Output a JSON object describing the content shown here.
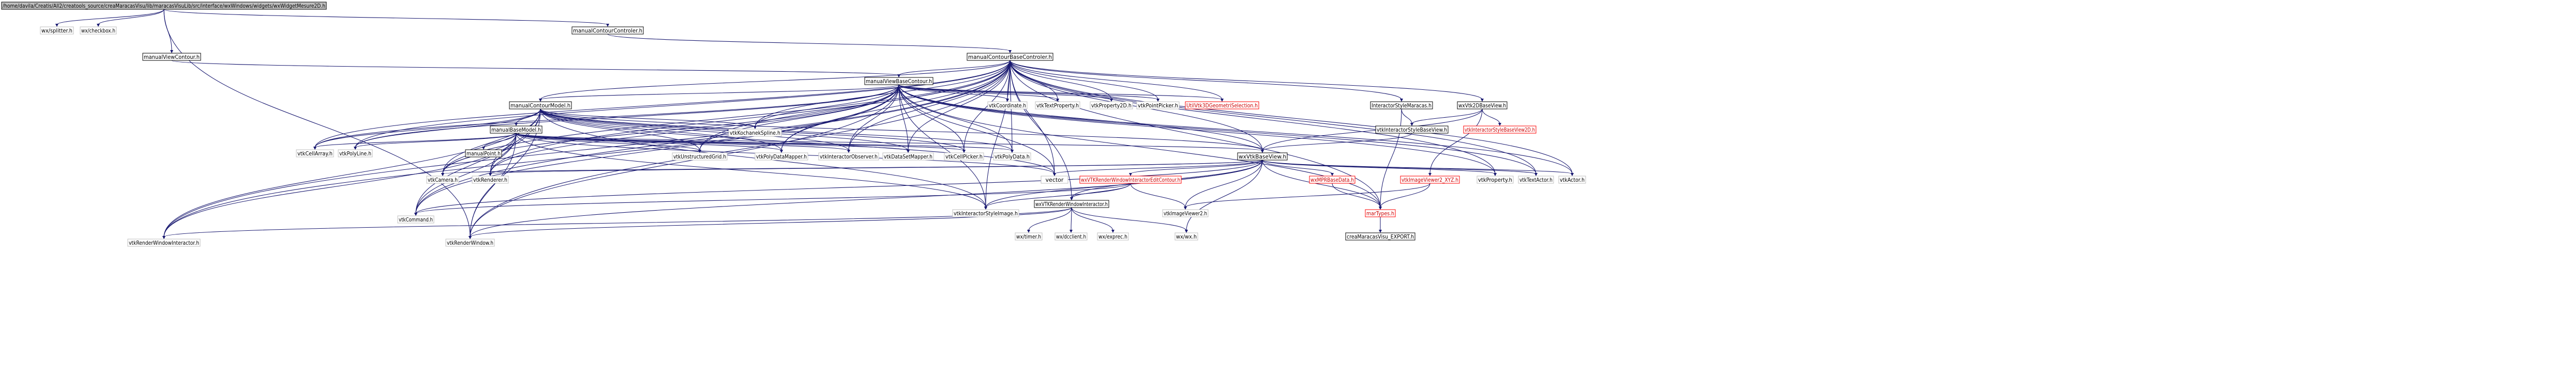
{
  "edge_color": "#191970",
  "red_color": "#ff0000",
  "nodes": [
    {
      "id": "root",
      "label": "/home/davila/Creatis/All2/creatools_source/creaMaracasVisu/lib/maracasVisuLib/src/interface/wxWindows/widgets/wxWidgetMesure2D.h",
      "kind": "root"
    },
    {
      "id": "wxsplitter",
      "label": "wx/splitter.h",
      "kind": "plain"
    },
    {
      "id": "wxcheckbox",
      "label": "wx/checkbox.h",
      "kind": "plain"
    },
    {
      "id": "mvc",
      "label": "manualViewContour.h",
      "kind": "linked"
    },
    {
      "id": "mcc",
      "label": "manualContourControler.h",
      "kind": "linked"
    },
    {
      "id": "mcbc",
      "label": "manualContourBaseControler.h",
      "kind": "linked"
    },
    {
      "id": "mvbc",
      "label": "manualViewBaseContour.h",
      "kind": "linked"
    },
    {
      "id": "mcm",
      "label": "manualContourModel.h",
      "kind": "linked"
    },
    {
      "id": "mbm",
      "label": "manualBaseModel.h",
      "kind": "linked"
    },
    {
      "id": "mpoint",
      "label": "manualPoint.h",
      "kind": "linked"
    },
    {
      "id": "vtkcellarray",
      "label": "vtkCellArray.h",
      "kind": "plain"
    },
    {
      "id": "vtkpolyline",
      "label": "vtkPolyLine.h",
      "kind": "plain"
    },
    {
      "id": "vtkcamera",
      "label": "vtkCamera.h",
      "kind": "plain"
    },
    {
      "id": "vtkrenderer",
      "label": "vtkRenderer.h",
      "kind": "plain"
    },
    {
      "id": "vtkcommand",
      "label": "vtkCommand.h",
      "kind": "plain"
    },
    {
      "id": "vtkrwi_bottom",
      "label": "vtkRenderWindowInteractor.h",
      "kind": "plain"
    },
    {
      "id": "vtkrenderwindow",
      "label": "vtkRenderWindow.h",
      "kind": "plain"
    },
    {
      "id": "vtkkochanek",
      "label": "vtkKochanekSpline.h",
      "kind": "plain"
    },
    {
      "id": "vtkunstructured",
      "label": "vtkUnstructuredGrid.h",
      "kind": "plain"
    },
    {
      "id": "vtkpolydatamapper",
      "label": "vtkPolyDataMapper.h",
      "kind": "plain"
    },
    {
      "id": "vtkinteractorobserver",
      "label": "vtkInteractorObserver.h",
      "kind": "plain"
    },
    {
      "id": "vtkdatasetmapper",
      "label": "vtkDataSetMapper.h",
      "kind": "plain"
    },
    {
      "id": "vtkcellpicker",
      "label": "vtkCellPicker.h",
      "kind": "plain"
    },
    {
      "id": "vtkpolydata",
      "label": "vtkPolyData.h",
      "kind": "plain"
    },
    {
      "id": "vtkcoordinate",
      "label": "vtkCoordinate.h",
      "kind": "plain"
    },
    {
      "id": "vtktextproperty",
      "label": "vtkTextProperty.h",
      "kind": "plain"
    },
    {
      "id": "vtkproperty2d",
      "label": "vtkProperty2D.h",
      "kind": "plain"
    },
    {
      "id": "vtkpointpicker",
      "label": "vtkPointPicker.h",
      "kind": "plain"
    },
    {
      "id": "utilvtk3d",
      "label": "UtilVtk3DGeometriSelection.h",
      "kind": "red"
    },
    {
      "id": "ismaracas",
      "label": "InteractorStyleMaracas.h",
      "kind": "linked"
    },
    {
      "id": "wxvtk2d",
      "label": "wxVtk2DBaseView.h",
      "kind": "linked"
    },
    {
      "id": "vtkisbv",
      "label": "vtkInteractorStyleBaseView.h",
      "kind": "linked"
    },
    {
      "id": "vtkisbv2d",
      "label": "vtkInteractorStyleBaseView2D.h",
      "kind": "red"
    },
    {
      "id": "wxvtkbaseview",
      "label": "wxVtkBaseView.h",
      "kind": "linked"
    },
    {
      "id": "vector",
      "label": "vector",
      "kind": "plain"
    },
    {
      "id": "wxvtkrwi_edit",
      "label": "wxVTKRenderWindowInteractorEditContour.h",
      "kind": "red"
    },
    {
      "id": "wxvtkrwi",
      "label": "wxVTKRenderWindowInteractor.h",
      "kind": "linked"
    },
    {
      "id": "vtkisimage",
      "label": "vtkInteractorStyleImage.h",
      "kind": "plain"
    },
    {
      "id": "wxmpr",
      "label": "wxMPRBaseData.h",
      "kind": "red"
    },
    {
      "id": "vtkimageviewer2_xyz",
      "label": "vtkImageViewer2_XYZ.h",
      "kind": "red"
    },
    {
      "id": "vtkimageviewer2",
      "label": "vtkImageViewer2.h",
      "kind": "plain"
    },
    {
      "id": "martypes",
      "label": "marTypes.h",
      "kind": "red"
    },
    {
      "id": "vtkproperty",
      "label": "vtkProperty.h",
      "kind": "plain"
    },
    {
      "id": "vtktextactor",
      "label": "vtkTextActor.h",
      "kind": "plain"
    },
    {
      "id": "vtkactor",
      "label": "vtkActor.h",
      "kind": "plain"
    },
    {
      "id": "wxtimer",
      "label": "wx/timer.h",
      "kind": "plain"
    },
    {
      "id": "wxdcclient",
      "label": "wx/dcclient.h",
      "kind": "plain"
    },
    {
      "id": "wxexprec",
      "label": "wx/exprec.h",
      "kind": "plain"
    },
    {
      "id": "wxwx",
      "label": "wx/wx.h",
      "kind": "plain"
    },
    {
      "id": "export",
      "label": "creaMaracasVisu_EXPORT.h",
      "kind": "linked"
    }
  ],
  "edges": [
    [
      "root",
      "wxsplitter"
    ],
    [
      "root",
      "wxcheckbox"
    ],
    [
      "root",
      "mvc"
    ],
    [
      "root",
      "mcc"
    ],
    [
      "root",
      "vtkrenderwindow"
    ],
    [
      "mvc",
      "mvbc"
    ],
    [
      "mcc",
      "mcbc"
    ],
    [
      "mcbc",
      "mvbc"
    ],
    [
      "mcbc",
      "mcm"
    ],
    [
      "mcbc",
      "vtkcoordinate"
    ],
    [
      "mcbc",
      "vtktextproperty"
    ],
    [
      "mcbc",
      "vtkproperty2d"
    ],
    [
      "mcbc",
      "vtkpointpicker"
    ],
    [
      "mcbc",
      "utilvtk3d"
    ],
    [
      "mcbc",
      "ismaracas"
    ],
    [
      "mcbc",
      "wxvtk2d"
    ],
    [
      "mcbc",
      "vtkactor"
    ],
    [
      "mcbc",
      "vtktextactor"
    ],
    [
      "mcbc",
      "vtkproperty"
    ],
    [
      "mcbc",
      "martypes"
    ],
    [
      "mcbc",
      "vtkcellarray"
    ],
    [
      "mcbc",
      "vtkpolyline"
    ],
    [
      "mcbc",
      "vtkcamera"
    ],
    [
      "mcbc",
      "vtkrenderer"
    ],
    [
      "mcbc",
      "vtkcommand"
    ],
    [
      "mcbc",
      "vtkrwi_bottom"
    ],
    [
      "mcbc",
      "vtkrenderwindow"
    ],
    [
      "mcbc",
      "vtkkochanek"
    ],
    [
      "mcbc",
      "vtkunstructured"
    ],
    [
      "mcbc",
      "vtkpolydatamapper"
    ],
    [
      "mcbc",
      "vtkinteractorobserver"
    ],
    [
      "mcbc",
      "vtkdatasetmapper"
    ],
    [
      "mcbc",
      "vtkcellpicker"
    ],
    [
      "mcbc",
      "vtkpolydata"
    ],
    [
      "mcbc",
      "wxvtkbaseview"
    ],
    [
      "mcbc",
      "vector"
    ],
    [
      "mcbc",
      "vtkisimage"
    ],
    [
      "mcbc",
      "wxvtkrwi"
    ],
    [
      "mvbc",
      "mcm"
    ],
    [
      "mvbc",
      "vtkcoordinate"
    ],
    [
      "mvbc",
      "vtktextproperty"
    ],
    [
      "mvbc",
      "vtkproperty2d"
    ],
    [
      "mvbc",
      "vtkpointpicker"
    ],
    [
      "mvbc",
      "utilvtk3d"
    ],
    [
      "mvbc",
      "vtkkochanek"
    ],
    [
      "mvbc",
      "vtkunstructured"
    ],
    [
      "mvbc",
      "vtkpolydatamapper"
    ],
    [
      "mvbc",
      "vtkinteractorobserver"
    ],
    [
      "mvbc",
      "vtkdatasetmapper"
    ],
    [
      "mvbc",
      "vtkcellpicker"
    ],
    [
      "mvbc",
      "vtkpolydata"
    ],
    [
      "mvbc",
      "wxvtkbaseview"
    ],
    [
      "mvbc",
      "vector"
    ],
    [
      "mvbc",
      "vtkisimage"
    ],
    [
      "mvbc",
      "vtkcellarray"
    ],
    [
      "mvbc",
      "vtkpolyline"
    ],
    [
      "mvbc",
      "vtkcamera"
    ],
    [
      "mvbc",
      "vtkrenderer"
    ],
    [
      "mvbc",
      "vtkcommand"
    ],
    [
      "mvbc",
      "vtkrwi_bottom"
    ],
    [
      "mvbc",
      "vtkrenderwindow"
    ],
    [
      "mvbc",
      "vtkactor"
    ],
    [
      "mvbc",
      "vtktextactor"
    ],
    [
      "mvbc",
      "vtkproperty"
    ],
    [
      "mvbc",
      "martypes"
    ],
    [
      "mcm",
      "mbm"
    ],
    [
      "mcm",
      "vtkkochanek"
    ],
    [
      "mcm",
      "vtkcellarray"
    ],
    [
      "mcm",
      "vtkpolyline"
    ],
    [
      "mcm",
      "vtkcamera"
    ],
    [
      "mcm",
      "vtkrenderer"
    ],
    [
      "mcm",
      "vtkcommand"
    ],
    [
      "mcm",
      "vtkrwi_bottom"
    ],
    [
      "mcm",
      "vtkrenderwindow"
    ],
    [
      "mcm",
      "vtkunstructured"
    ],
    [
      "mcm",
      "vtkpolydatamapper"
    ],
    [
      "mcm",
      "vtkinteractorobserver"
    ],
    [
      "mcm",
      "vtkdatasetmapper"
    ],
    [
      "mcm",
      "vtkcellpicker"
    ],
    [
      "mcm",
      "vtkpolydata"
    ],
    [
      "mcm",
      "wxvtkbaseview"
    ],
    [
      "mcm",
      "vector"
    ],
    [
      "mcm",
      "vtkisimage"
    ],
    [
      "mbm",
      "mpoint"
    ],
    [
      "mbm",
      "vtkcellarray"
    ],
    [
      "mbm",
      "vtkpolyline"
    ],
    [
      "mbm",
      "vtkcamera"
    ],
    [
      "mbm",
      "vtkrenderer"
    ],
    [
      "mbm",
      "vtkcommand"
    ],
    [
      "mbm",
      "vtkrwi_bottom"
    ],
    [
      "mbm",
      "vtkrenderwindow"
    ],
    [
      "mbm",
      "vtkunstructured"
    ],
    [
      "mbm",
      "vtkpolydatamapper"
    ],
    [
      "mbm",
      "vtkinteractorobserver"
    ],
    [
      "mbm",
      "vtkdatasetmapper"
    ],
    [
      "mbm",
      "vtkcellpicker"
    ],
    [
      "mbm",
      "vtkpolydata"
    ],
    [
      "mbm",
      "wxvtkbaseview"
    ],
    [
      "mbm",
      "vector"
    ],
    [
      "mbm",
      "vtkisimage"
    ],
    [
      "ismaracas",
      "vtkisbv"
    ],
    [
      "ismaracas",
      "martypes"
    ],
    [
      "wxvtk2d",
      "vtkisbv"
    ],
    [
      "wxvtk2d",
      "vtkisbv2d"
    ],
    [
      "wxvtk2d",
      "vtkimageviewer2_xyz"
    ],
    [
      "wxvtk2d",
      "wxvtkbaseview"
    ],
    [
      "vtkisbv",
      "wxvtkbaseview"
    ],
    [
      "wxvtkbaseview",
      "vector"
    ],
    [
      "wxvtkbaseview",
      "wxvtkrwi_edit"
    ],
    [
      "wxvtkbaseview",
      "wxvtkrwi"
    ],
    [
      "wxvtkbaseview",
      "vtkisimage"
    ],
    [
      "wxvtkbaseview",
      "wxmpr"
    ],
    [
      "wxvtkbaseview",
      "martypes"
    ],
    [
      "wxvtkbaseview",
      "vtkimageviewer2"
    ],
    [
      "wxvtkbaseview",
      "vtkproperty"
    ],
    [
      "wxvtkbaseview",
      "vtktextactor"
    ],
    [
      "wxvtkbaseview",
      "vtkactor"
    ],
    [
      "wxvtkbaseview",
      "vtkrenderer"
    ],
    [
      "wxvtkbaseview",
      "vtkcamera"
    ],
    [
      "wxvtkbaseview",
      "vtkcommand"
    ],
    [
      "wxvtkbaseview",
      "vtkrenderwindow"
    ],
    [
      "wxvtkbaseview",
      "wxwx"
    ],
    [
      "wxvtkrwi_edit",
      "wxvtkrwi"
    ],
    [
      "wxvtkrwi_edit",
      "vtkisimage"
    ],
    [
      "wxvtkrwi_edit",
      "vtkcommand"
    ],
    [
      "wxvtkrwi_edit",
      "vtkimageviewer2"
    ],
    [
      "wxvtkrwi",
      "wxtimer"
    ],
    [
      "wxvtkrwi",
      "wxdcclient"
    ],
    [
      "wxvtkrwi",
      "wxexprec"
    ],
    [
      "wxvtkrwi",
      "wxwx"
    ],
    [
      "wxvtkrwi",
      "vtkrwi_bottom"
    ],
    [
      "wxvtkrwi",
      "vtkrenderwindow"
    ],
    [
      "wxmpr",
      "martypes"
    ],
    [
      "vtkimageviewer2_xyz",
      "vtkimageviewer2"
    ],
    [
      "vtkimageviewer2_xyz",
      "martypes"
    ],
    [
      "martypes",
      "export"
    ]
  ]
}
